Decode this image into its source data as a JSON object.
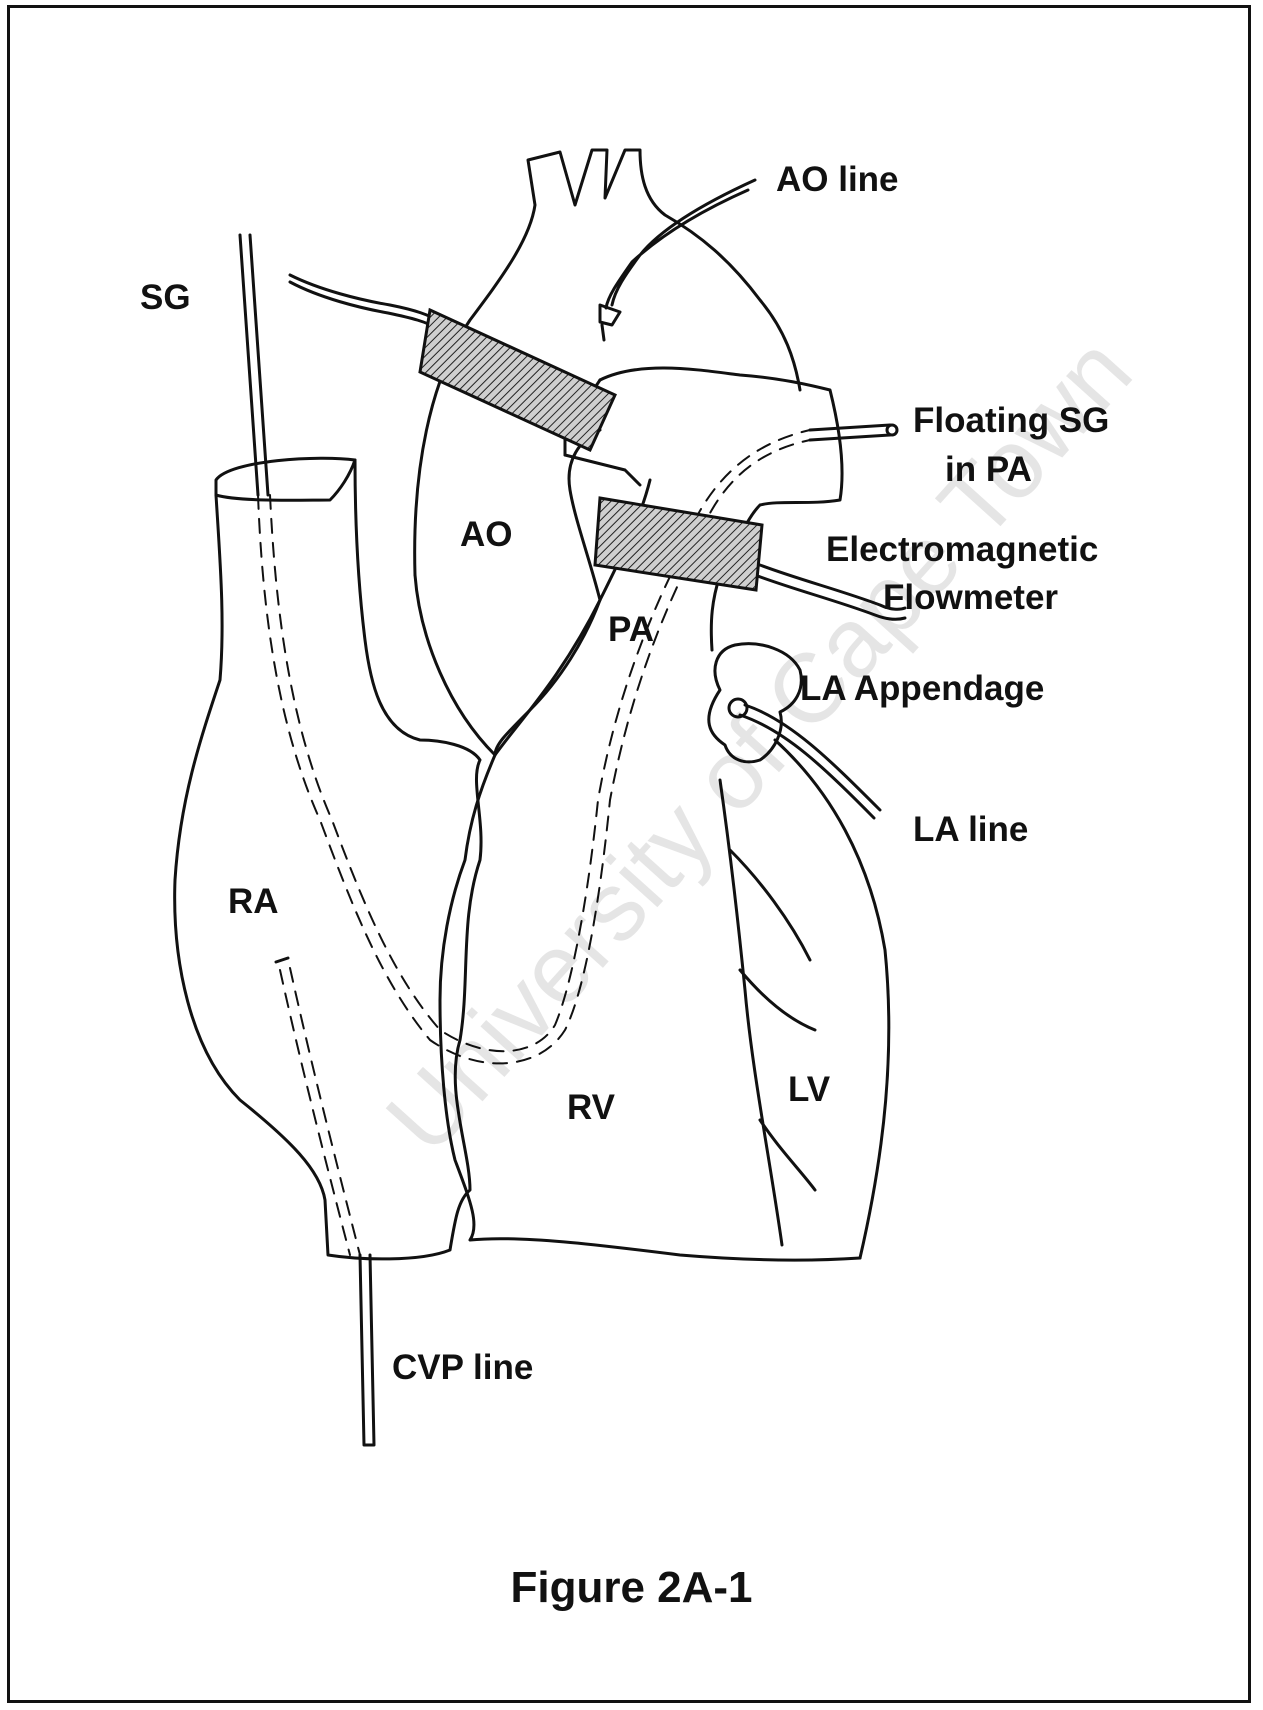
{
  "labels": {
    "sg": "SG",
    "ao_line": "AO line",
    "floating_sg_1": "Floating SG",
    "floating_sg_2": "in PA",
    "emf_1": "Electromagnetic",
    "emf_2": "Flowmeter",
    "la_appendage": "LA Appendage",
    "la_line": "LA line",
    "cvp_line": "CVP line",
    "ao": "AO",
    "pa": "PA",
    "ra": "RA",
    "rv": "RV",
    "lv": "LV"
  },
  "caption": "Figure 2A-1",
  "watermark": "University of Cape Town",
  "colors": {
    "ink": "#111111",
    "band": "#9a9a9a",
    "paper": "#ffffff"
  }
}
